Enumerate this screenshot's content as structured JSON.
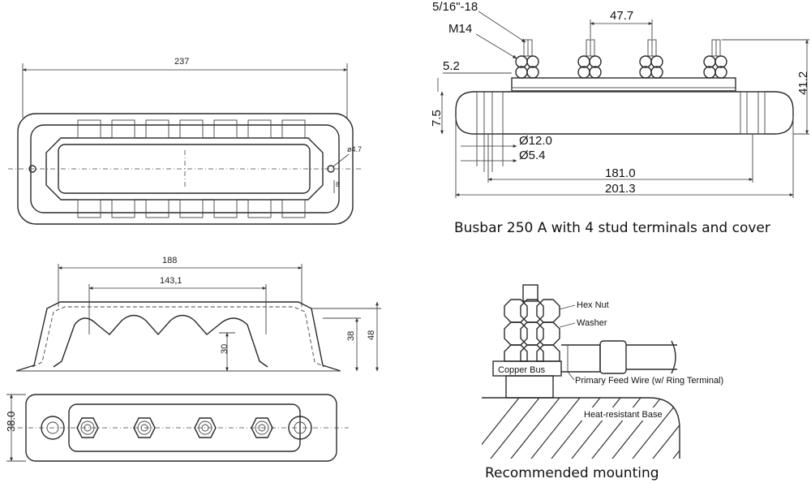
{
  "captions": {
    "busbar": "Busbar 250 A with 4 stud terminals and cover",
    "mounting": "Recommended mounting"
  },
  "cover_top_view": {
    "width": "237",
    "hole": "ø4.7",
    "edge": "8"
  },
  "cover_side_view": {
    "width": "188",
    "inner": "143,1",
    "height_inner": "30",
    "height_mid": "38",
    "height_total": "48"
  },
  "busbar_top_view": {
    "height": "38.0"
  },
  "busbar_side_view": {
    "thread_imperial": "5/16\"-18",
    "thread_metric": "M14",
    "stud_pitch": "47.7",
    "base_step": "5.2",
    "base_height": "7.5",
    "total_height": "41.2",
    "hole_outer": "Ø12.0",
    "hole_inner": "Ø5.4",
    "hole_spacing": "181.0",
    "total_length": "201.3"
  },
  "mounting_labels": {
    "hex_nut": "Hex Nut",
    "washer": "Washer",
    "copper_bus": "Copper Bus",
    "feed_wire": "Primary Feed Wire (w/ Ring Terminal)",
    "base": "Heat-resistant Base"
  }
}
